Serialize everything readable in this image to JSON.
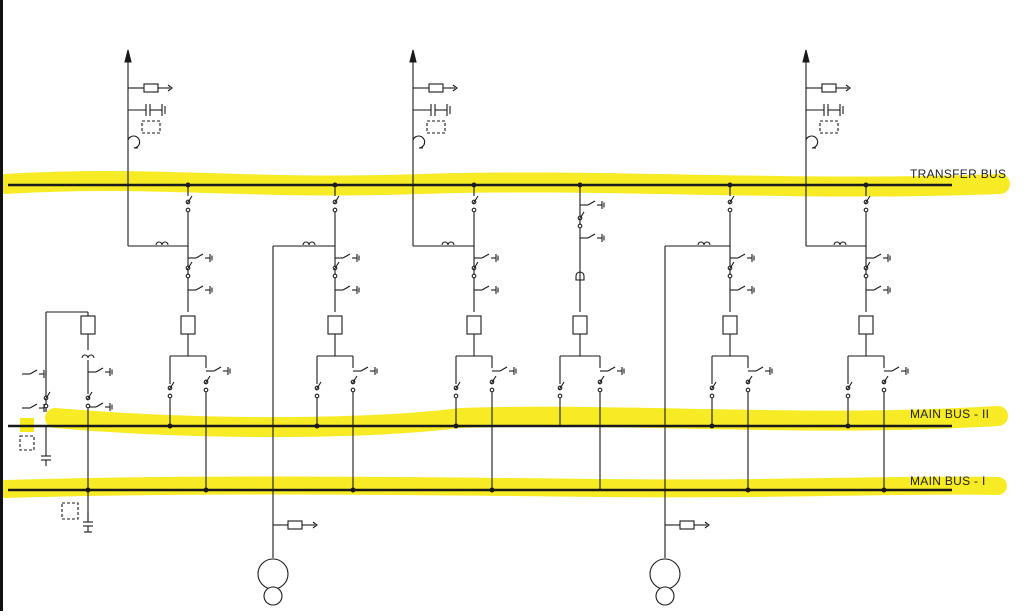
{
  "labels": {
    "transfer_bus": "TRANSFER BUS",
    "main_bus_2": "MAIN BUS - II",
    "main_bus_1": "MAIN BUS - I"
  },
  "colors": {
    "highlight": "#f7ea1a",
    "line": "#1a1a1a",
    "background": "#ffffff"
  },
  "symbols": [
    "isolator-switch",
    "circuit-breaker",
    "current-transformer",
    "lightning-arrester",
    "capacitor-voltage-transformer",
    "power-transformer",
    "earth-switch",
    "line-trap",
    "feeder-arrow"
  ]
}
